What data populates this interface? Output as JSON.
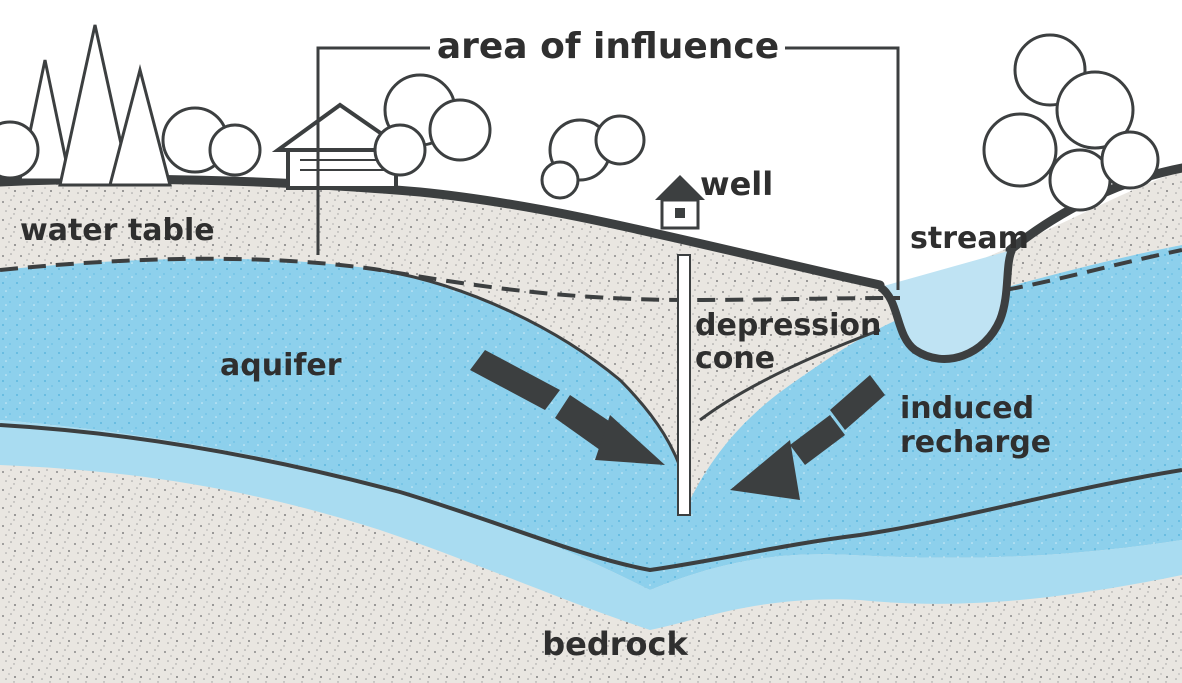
{
  "labels": {
    "area_of_influence": "area of influence",
    "well": "well",
    "water_table": "water table",
    "stream": "stream",
    "depression": "depression",
    "cone": "cone",
    "aquifer": "aquifer",
    "induced": "induced",
    "recharge": "recharge",
    "bedrock": "bedrock"
  },
  "colors": {
    "aquifer": "#8dd0ec",
    "soil": "#e9e6e1",
    "ink": "#3c3f40",
    "stream_water": "#bfe3f3",
    "foliage": "#ffffff"
  }
}
